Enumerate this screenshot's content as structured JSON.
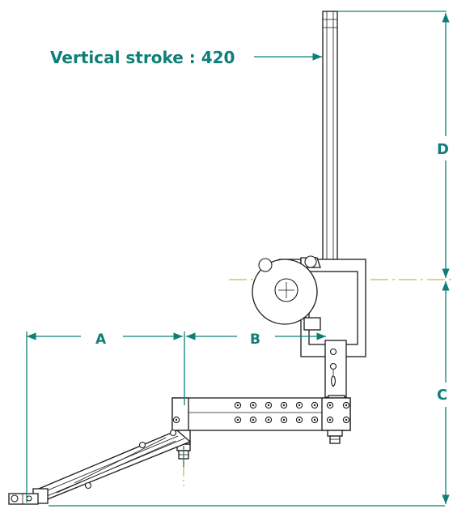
{
  "diagram": {
    "stroke_label": "Vertical stroke : 420",
    "dimension_labels": {
      "a": "A",
      "b": "B",
      "c": "C",
      "d": "D"
    },
    "colors": {
      "annotation": "#0e7f78",
      "outline": "#1a1a1a",
      "centerline": "#a9ad2e"
    }
  }
}
